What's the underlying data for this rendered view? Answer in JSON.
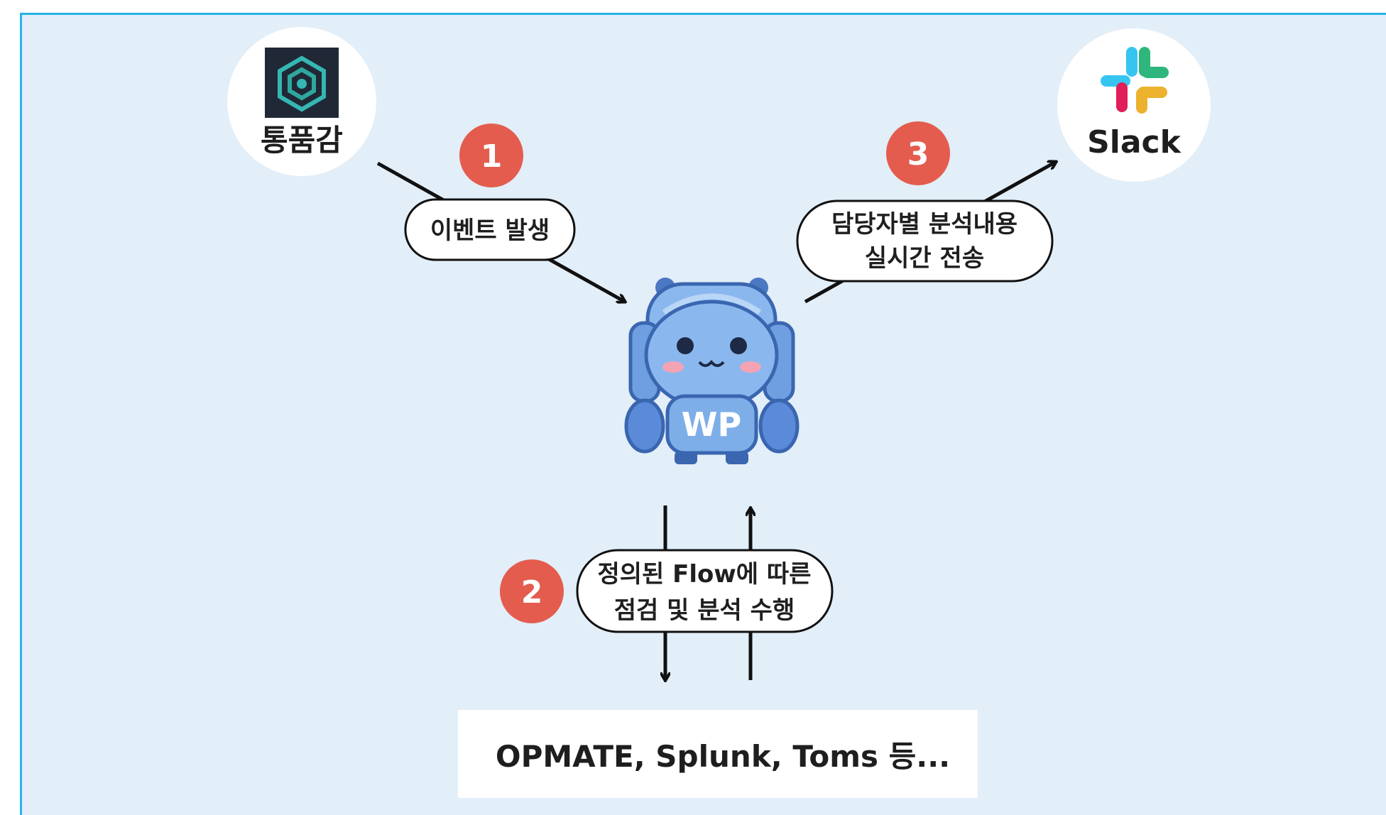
{
  "source": {
    "label": "통품감"
  },
  "destination": {
    "label": "Slack"
  },
  "bot": {
    "label": "WP"
  },
  "systems": {
    "label": "OPMATE, Splunk, Toms 등..."
  },
  "steps": [
    {
      "number": "1",
      "lines": [
        "이벤트 발생"
      ]
    },
    {
      "number": "2",
      "lines": [
        "정의된 Flow에 따른",
        "점검 및 분석 수행"
      ]
    },
    {
      "number": "3",
      "lines": [
        "담당자별 분석내용",
        "실시간 전송"
      ]
    }
  ],
  "colors": {
    "background": "#e2eef8",
    "frame_border": "#27b3e6",
    "badge": "#e45c4e",
    "robot_body": "#7eaee8",
    "robot_dark": "#3a66b0"
  }
}
